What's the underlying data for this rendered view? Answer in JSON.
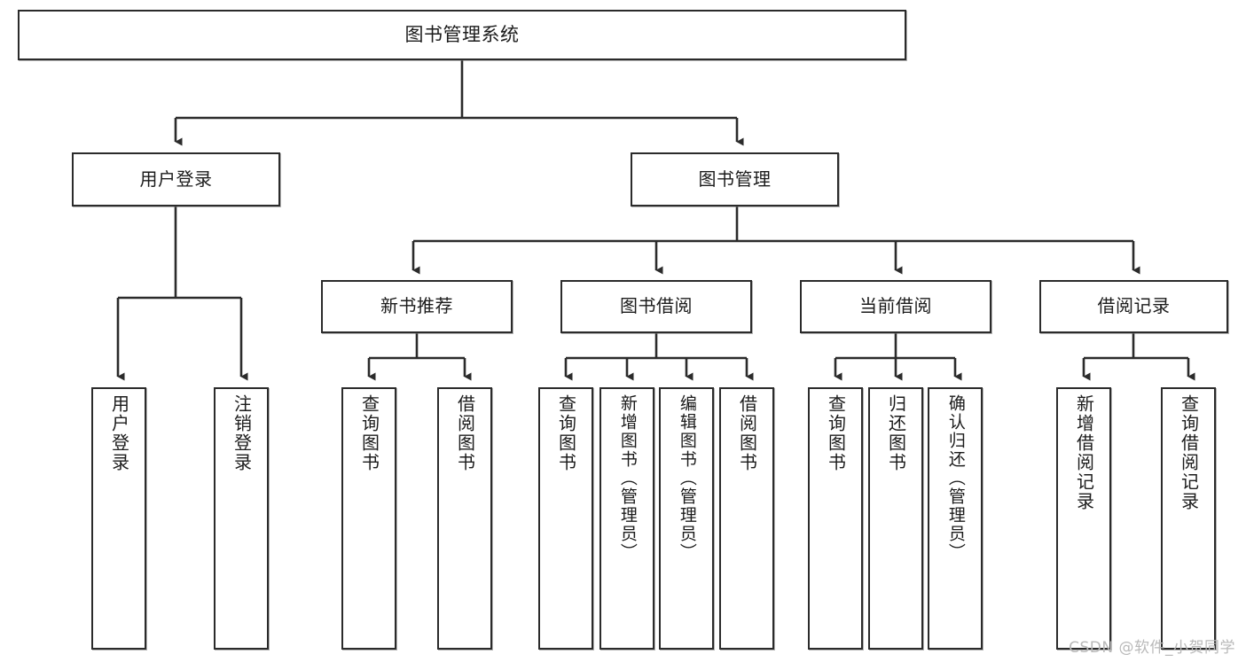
{
  "diagram": {
    "type": "tree-hierarchy-chart",
    "title": "图书管理系统",
    "line_color": "#2b2b2b",
    "box_fill": "#ffffff",
    "text_color": "#1b1b1b",
    "watermark": "CSDN @软件_小贺同学",
    "nodes": {
      "root": {
        "label": "图书管理系统"
      },
      "level1": [
        {
          "label": "用户登录"
        },
        {
          "label": "图书管理"
        }
      ],
      "level2": [
        {
          "label": "新书推荐"
        },
        {
          "label": "图书借阅"
        },
        {
          "label": "当前借阅"
        },
        {
          "label": "借阅记录"
        }
      ],
      "leaves": {
        "user_login": [
          {
            "label": "用户登录"
          },
          {
            "label": "注销登录"
          }
        ],
        "new_book": [
          {
            "label": "查询图书"
          },
          {
            "label": "借阅图书"
          }
        ],
        "book_borrow": [
          {
            "label": "查询图书"
          },
          {
            "label": "新增图书（管理员）"
          },
          {
            "label": "编辑图书（管理员）"
          },
          {
            "label": "借阅图书"
          }
        ],
        "current_borrow": [
          {
            "label": "查询图书"
          },
          {
            "label": "归还图书"
          },
          {
            "label": "确认归还（管理员）"
          }
        ],
        "borrow_record": [
          {
            "label": "新增借阅记录"
          },
          {
            "label": "查询借阅记录"
          }
        ]
      }
    }
  }
}
